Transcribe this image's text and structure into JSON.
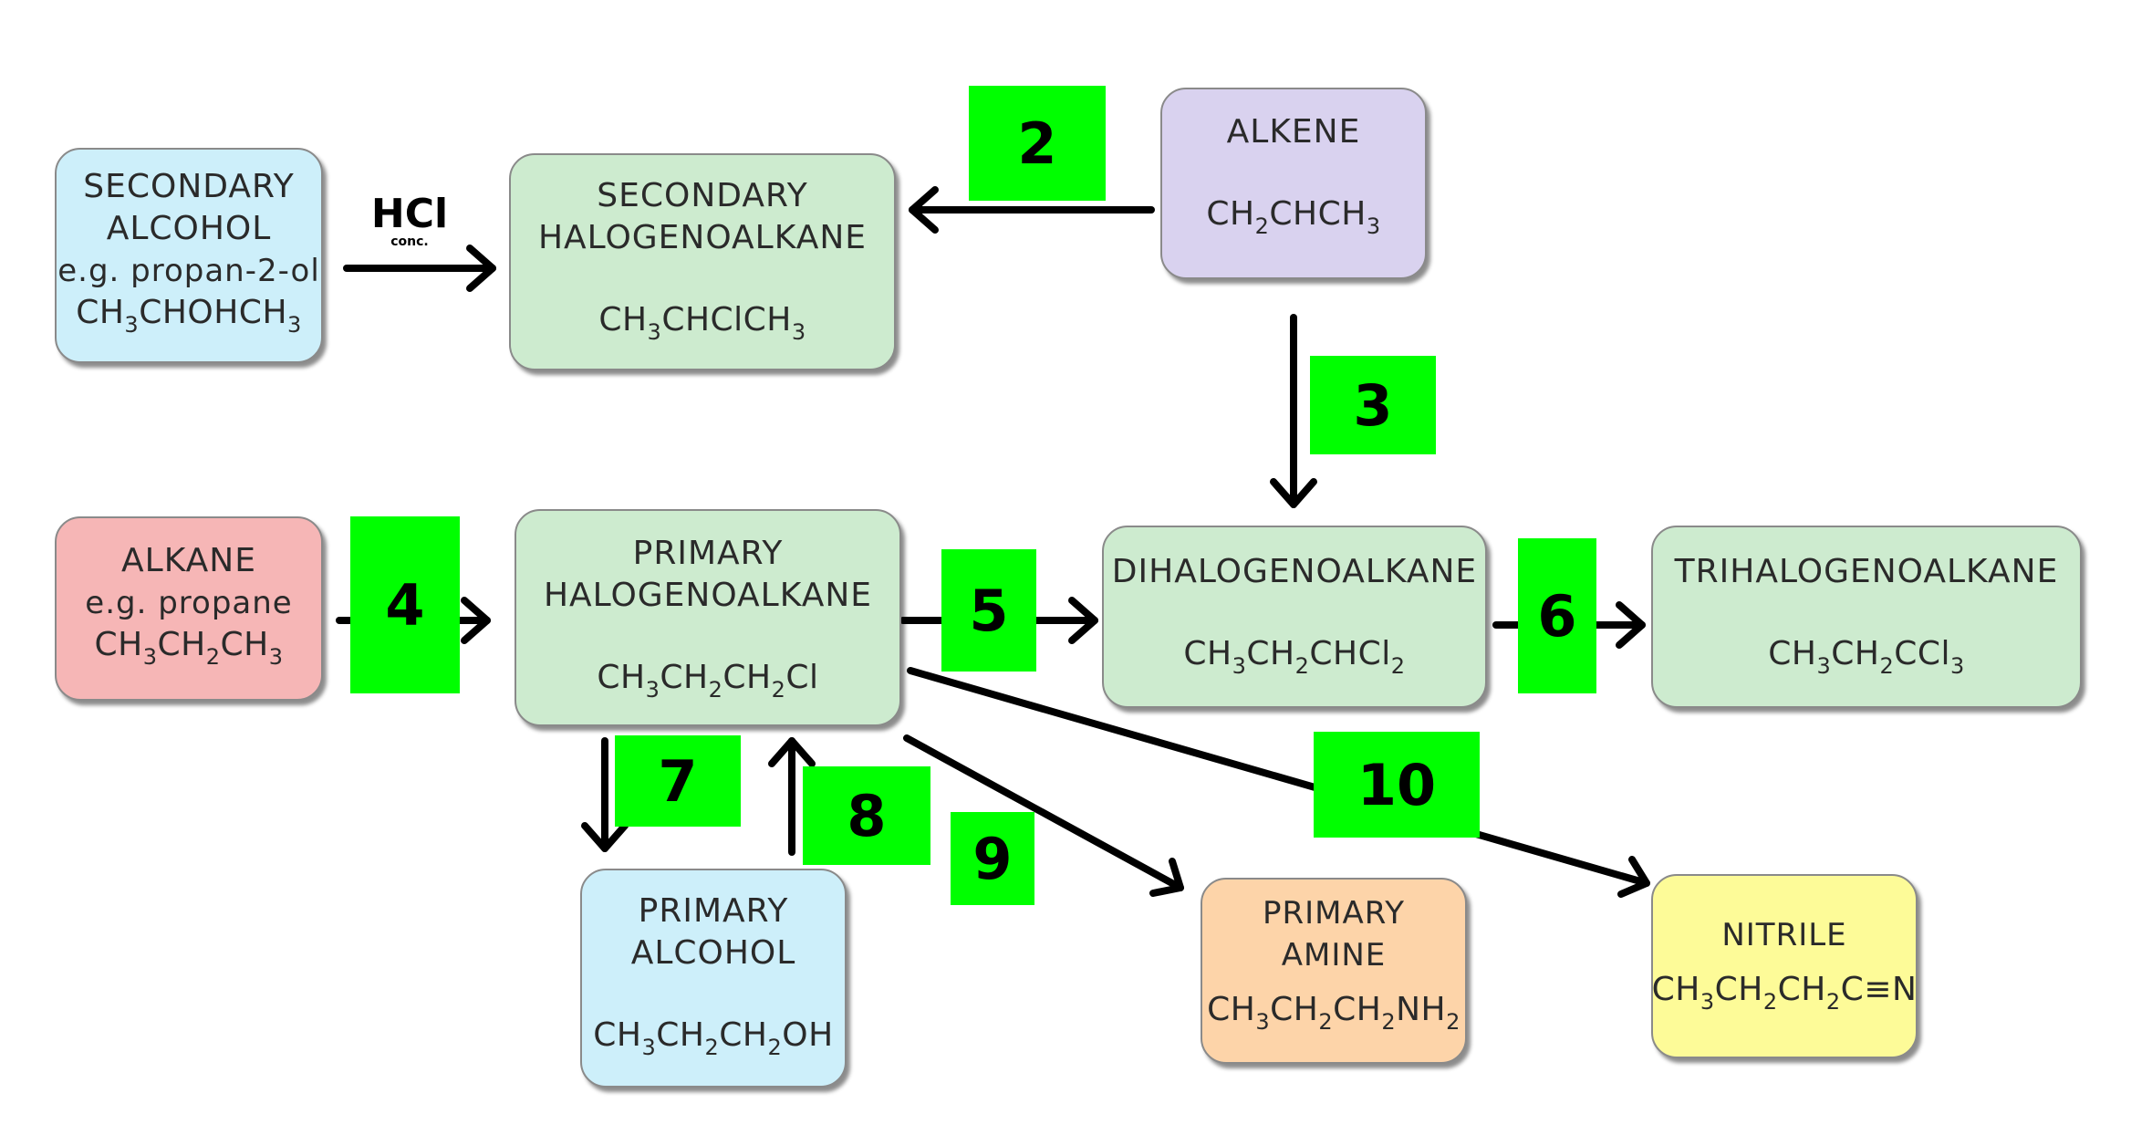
{
  "boxes": {
    "secondary_alcohol": {
      "lines": [
        "SECONDARY",
        "ALCOHOL",
        "e.g. propan-2-ol"
      ],
      "formula": [
        "CH",
        "3",
        "CHOHCH",
        "3"
      ]
    },
    "secondary_halogenoalkane": {
      "lines": [
        "SECONDARY",
        "HALOGENOALKANE"
      ],
      "formula": [
        "CH",
        "3",
        "CHClCH",
        "3"
      ]
    },
    "alkene": {
      "lines": [
        "ALKENE"
      ],
      "formula": [
        "CH",
        "2",
        "CHCH",
        "3"
      ]
    },
    "alkane": {
      "lines": [
        "ALKANE",
        "e.g. propane"
      ],
      "formula": [
        "CH",
        "3",
        "CH",
        "2",
        "CH",
        "3"
      ]
    },
    "primary_halogenoalkane": {
      "lines": [
        "PRIMARY",
        "HALOGENOALKANE"
      ],
      "formula": [
        "CH",
        "3",
        "CH",
        "2",
        "CH",
        "2",
        "Cl"
      ]
    },
    "dihalogenoalkane": {
      "lines": [
        "DIHALOGENOALKANE"
      ],
      "formula": [
        "CH",
        "3",
        "CH",
        "2",
        "CHCl",
        "2"
      ]
    },
    "trihalogenoalkane": {
      "lines": [
        "TRIHALOGENOALKANE"
      ],
      "formula": [
        "CH",
        "3",
        "CH",
        "2",
        "CCl",
        "3"
      ]
    },
    "primary_alcohol": {
      "lines": [
        "PRIMARY",
        "ALCOHOL"
      ],
      "formula": [
        "CH",
        "3",
        "CH",
        "2",
        "CH",
        "2",
        "OH"
      ]
    },
    "primary_amine": {
      "lines": [
        "PRIMARY",
        "AMINE"
      ],
      "formula": [
        "CH",
        "3",
        "CH",
        "2",
        "CH",
        "2",
        "NH",
        "2"
      ]
    },
    "nitrile": {
      "lines": [
        "NITRILE"
      ],
      "formula": [
        "CH",
        "3",
        "CH",
        "2",
        "CH",
        "2",
        "C≡N"
      ]
    }
  },
  "reagent": {
    "main": "HCl",
    "sub": "conc."
  },
  "step_labels": [
    "2",
    "3",
    "4",
    "5",
    "6",
    "7",
    "8",
    "9",
    "10"
  ],
  "colors": {
    "step_label_bg": "#00ff00",
    "arrow": "#000000",
    "alcohol": "#cdeffa",
    "halogenoalkane": "#cdebcf",
    "alkene": "#d9d2ef",
    "alkane": "#f6b6b6",
    "amine": "#fdd4a9",
    "nitrile": "#fdfb98"
  }
}
